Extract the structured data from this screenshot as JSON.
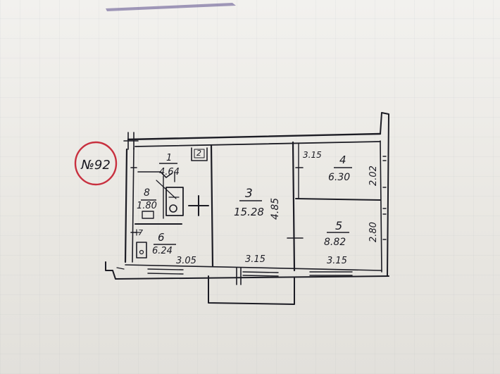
{
  "stamp": {
    "text": "№92",
    "color": "#c8303f"
  },
  "ink_color": "#1c1c24",
  "rooms": [
    {
      "number": "1",
      "area": "4.64"
    },
    {
      "number": "2",
      "area": ""
    },
    {
      "number": "3",
      "area": "15.28"
    },
    {
      "number": "4",
      "area": "6.30"
    },
    {
      "number": "5",
      "area": "8.82"
    },
    {
      "number": "6",
      "area": "6.24"
    },
    {
      "number": "7",
      "area": ""
    },
    {
      "number": "8",
      "area": "1.80"
    }
  ],
  "dimensions": {
    "d_3_05": "3.05",
    "d_3_15_bottom_mid": "3.15",
    "d_3_15_bottom_right": "3.15",
    "d_3_15_top_right": "3.15",
    "d_4_85": "4.85",
    "d_2_02": "2.02",
    "d_2_80": "2.80"
  }
}
